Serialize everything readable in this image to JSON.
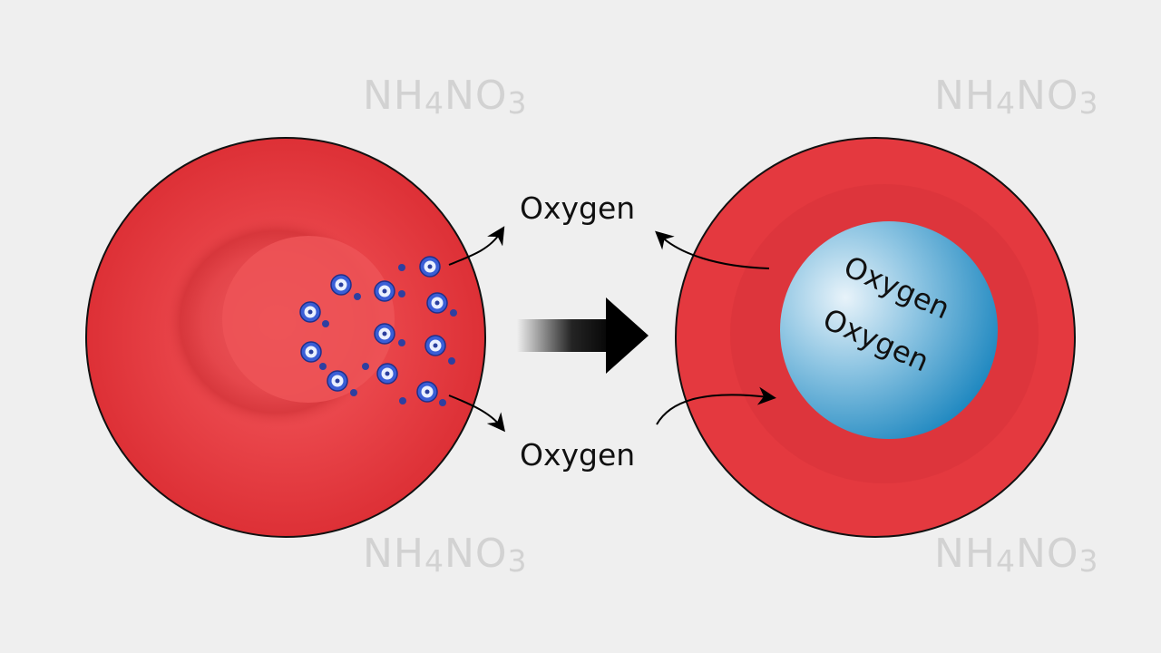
{
  "watermark": {
    "prefix": "NH",
    "sub1": "4",
    "mid": "NO",
    "sub2": "3",
    "color": "#d2d2d2"
  },
  "labels": {
    "oxygen_top": "Oxygen",
    "oxygen_bottom": "Oxygen",
    "inner_line1": "Oxygen",
    "inner_line2": "Oxygen"
  },
  "colors": {
    "background": "#efefef",
    "cell_red": "#e4393f",
    "cell_dark_red": "#c8242b",
    "molecule_blue": "#3a5ed6",
    "inner_blue": "#2a8fc4",
    "arrow": "#000000"
  },
  "icons": {
    "oxygen_molecule": "oxygen-molecule-icon",
    "transition_arrow": "right-arrow-icon"
  }
}
